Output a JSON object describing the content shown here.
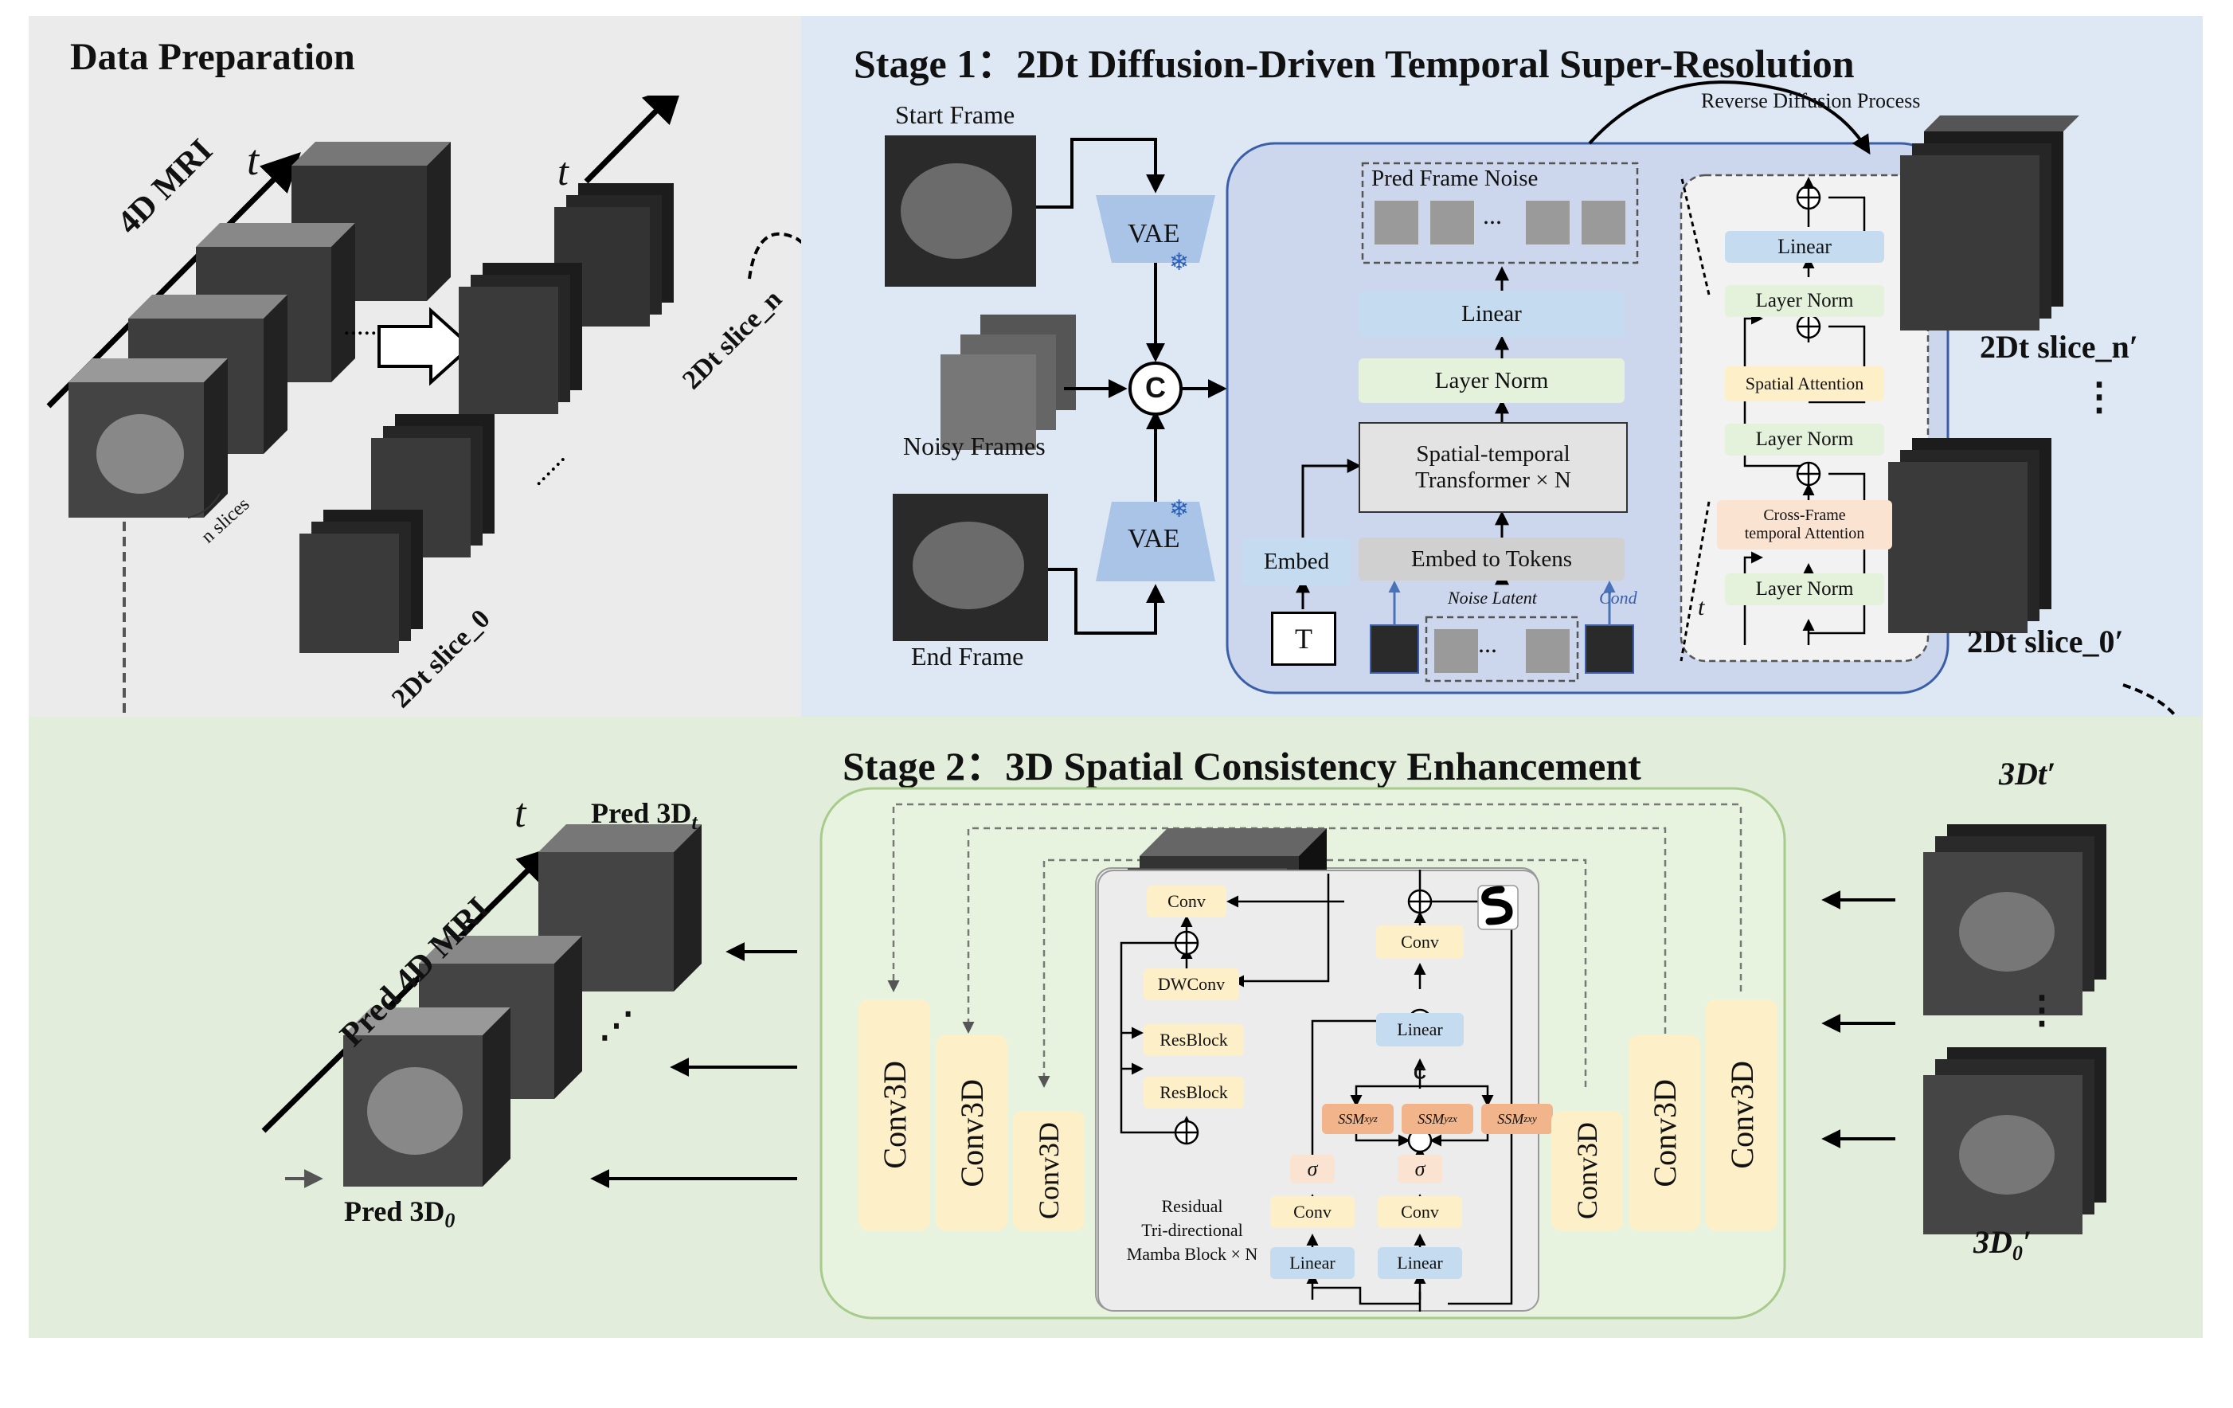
{
  "data_prep": {
    "title": "Data Preparation",
    "mri_label": "4D MRI",
    "t": "t",
    "dots": "......",
    "n_slices": "n slices",
    "slice_n": "2Dt slice_n",
    "slice_0": "2Dt slice_0"
  },
  "stage1": {
    "title": "Stage 1：2Dt Diffusion-Driven Temporal Super-Resolution",
    "start_frame": "Start Frame",
    "noisy_frames": "Noisy Frames",
    "end_frame": "End Frame",
    "vae": "VAE",
    "concat": "C",
    "reverse": "Reverse Diffusion Process",
    "pred_noise": "Pred Frame Noise",
    "ellipsis": "...",
    "linear": "Linear",
    "layer_norm": "Layer Norm",
    "transformer_l1": "Spatial-temporal",
    "transformer_l2": "Transformer × N",
    "embed": "Embed",
    "embed_tokens": "Embed to Tokens",
    "T": "T",
    "noise_latent": "Noise Latent",
    "cond": "Cond",
    "detail": {
      "linear": "Linear",
      "ln1": "Layer Norm",
      "spatial_attn": "Spatial Attention",
      "ln2": "Layer Norm",
      "cross_l1": "Cross-Frame",
      "cross_l2": "temporal Attention",
      "ln3": "Layer Norm",
      "t": "t"
    },
    "out_n": "2Dt slice_n′",
    "out_0": "2Dt slice_0′",
    "vdots": "⋮"
  },
  "stage2": {
    "title": "Stage 2：3D Spatial Consistency Enhancement",
    "pred_mri": "Pred 4D MRI",
    "t": "t",
    "pred_3dt": "Pred 3D",
    "pred_3dt_sub": "t",
    "pred_3d0": "Pred 3D",
    "pred_3d0_sub": "0",
    "dots": "⋰",
    "conv3d": "Conv3D",
    "in_3dt": "3Dt′",
    "in_3d0": "3D",
    "in_3d0_sub": "0",
    "in_3d0_prime": "′",
    "mamba": {
      "conv_top": "Conv",
      "dwconv": "DWConv",
      "resblock1": "ResBlock",
      "resblock2": "ResBlock",
      "caption_l1": "Residual",
      "caption_l2": "Tri-directional",
      "caption_l3": "Mamba Block × N",
      "conv_r": "Conv",
      "linear_r": "Linear",
      "ssm1": "SSM",
      "ssm1_sub": "xyz",
      "ssm2": "SSM",
      "ssm2_sub": "yzx",
      "ssm3": "SSM",
      "ssm3_sub": "zxy",
      "sigma": "σ",
      "conv_a": "Conv",
      "linear_a": "Linear",
      "conv_b": "Conv",
      "linear_b": "Linear",
      "concat": "C"
    }
  },
  "colors": {
    "prep_bg": "#ebebeb",
    "stage1_bg": "#dde8f4",
    "stage2_bg": "#e2eedb",
    "blue_box": "#c5dcf0",
    "green_box": "#e4f1db",
    "yellow_box": "#fdf0c8",
    "peach_box": "#fbe3d2",
    "orange_ssm": "#f2b48a",
    "vae": "#a9c4e6"
  }
}
